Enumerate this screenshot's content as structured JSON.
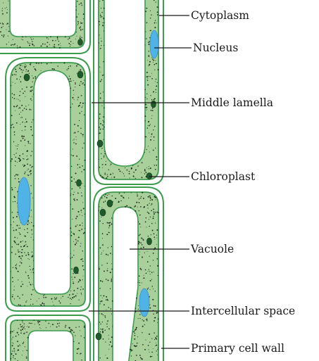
{
  "labels": {
    "cytoplasm": "Cytoplasm",
    "nucleus": "Nucleus",
    "middle_lamella": "Middle lamella",
    "chloroplast": "Chloroplast",
    "vacuole": "Vacuole",
    "intercellular_space": "Intercellular space",
    "primary_cell_wall": "Primary cell wall"
  },
  "colors": {
    "cytoplasm": "#a9cf9a",
    "vacuole": "#ffffff",
    "cell_wall": "#3d9b4f",
    "nucleus": "#4fb3e8",
    "chloroplast": "#1f5a2a",
    "stipple": "#1c2a1c",
    "text": "#1a1a1a"
  }
}
